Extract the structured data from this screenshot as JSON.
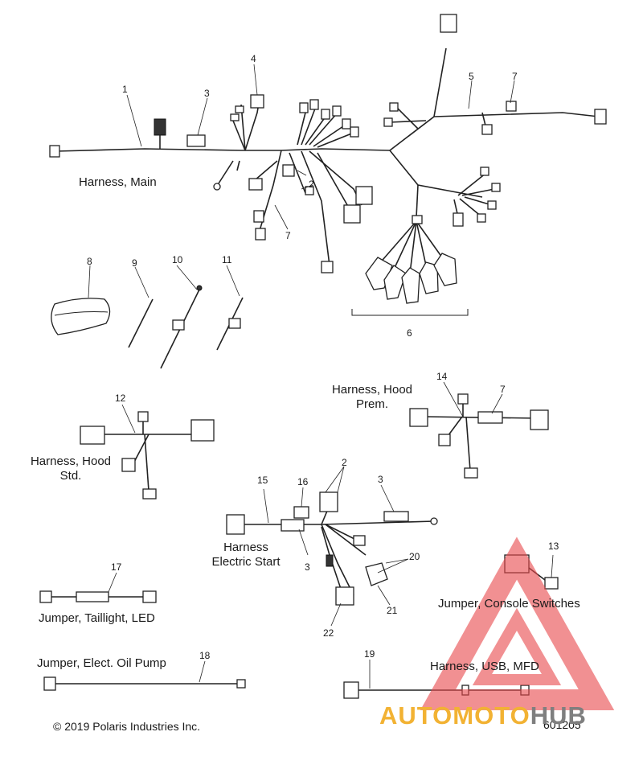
{
  "labels": {
    "harness_main": "Harness, Main",
    "harness_hood_prem": "Harness, Hood\nPrem.",
    "harness_hood_std": "Harness, Hood\nStd.",
    "harness_electric_start": "Harness\nElectric Start",
    "jumper_taillight": "Jumper, Taillight, LED",
    "jumper_console": "Jumper, Console Switches",
    "jumper_oil_pump": "Jumper, Elect. Oil Pump",
    "harness_usb": "Harness, USB, MFD"
  },
  "callouts": {
    "c1": "1",
    "c2a": "2",
    "c2b": "2",
    "c3a": "3",
    "c3b": "3",
    "c3c": "3",
    "c4": "4",
    "c5": "5",
    "c6": "6",
    "c7a": "7",
    "c7b": "7",
    "c7c": "7",
    "c8": "8",
    "c9": "9",
    "c10": "10",
    "c11": "11",
    "c12": "12",
    "c13": "13",
    "c14": "14",
    "c15": "15",
    "c16": "16",
    "c17": "17",
    "c18": "18",
    "c19": "19",
    "c20": "20",
    "c21": "21",
    "c22": "22"
  },
  "footer": {
    "copyright": "© 2019 Polaris Industries Inc.",
    "diagram_number": "601205"
  },
  "watermark": {
    "part1": "AUTOMOTO",
    "part2": "HUB",
    "colors": {
      "accent": "#f2b233",
      "gray": "#7f7f7f",
      "triangle": "#e8474a"
    }
  }
}
